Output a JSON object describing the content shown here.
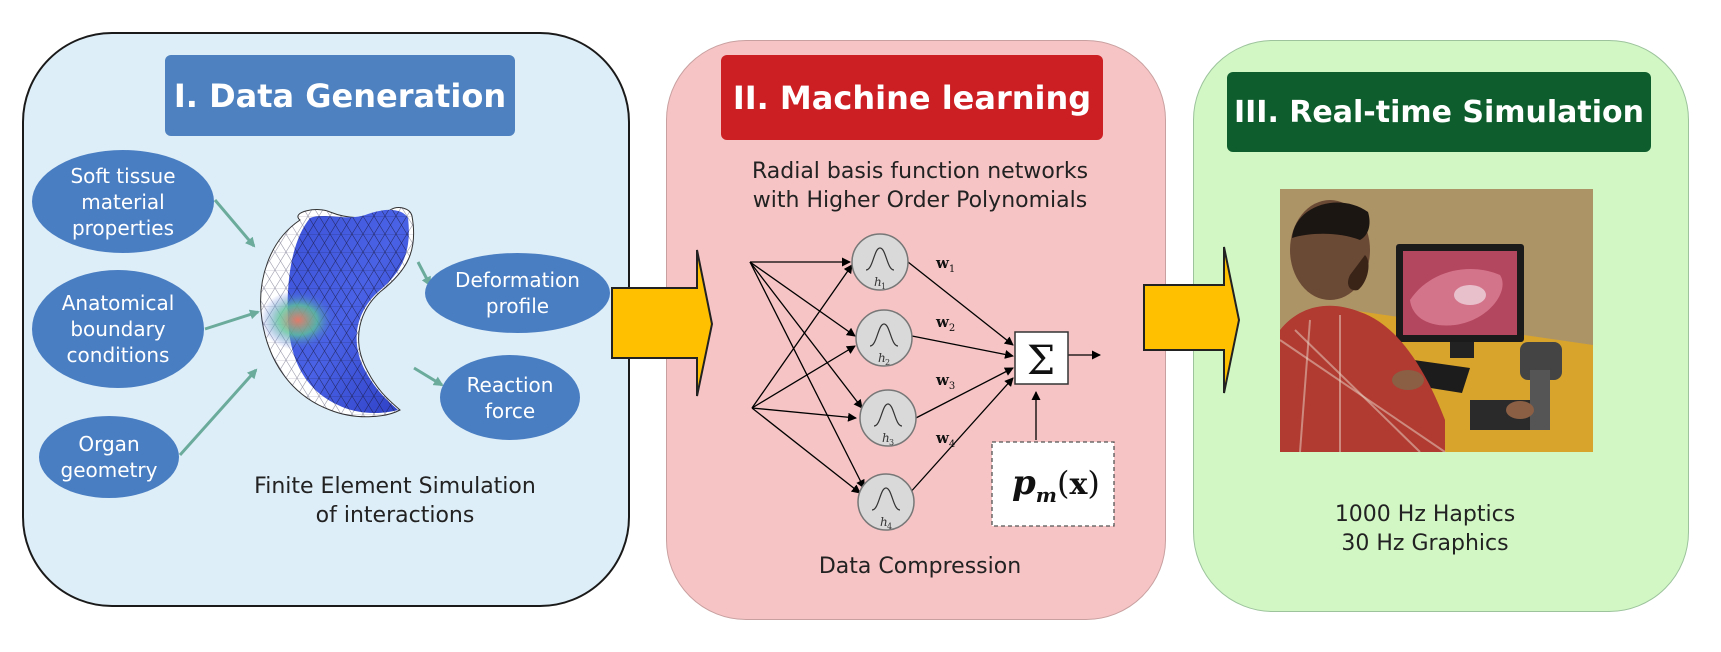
{
  "panel1": {
    "title": "I. Data Generation",
    "inputs": [
      "Soft tissue material properties",
      "Anatomical boundary conditions",
      "Organ geometry"
    ],
    "input_lines": [
      [
        "Soft tissue",
        "material",
        "properties"
      ],
      [
        "Anatomical",
        "boundary",
        "conditions"
      ],
      [
        "Organ",
        "geometry"
      ]
    ],
    "outputs": [
      [
        "Deformation",
        "profile"
      ],
      [
        "Reaction",
        "force"
      ]
    ],
    "caption": [
      "Finite Element Simulation",
      "of interactions"
    ]
  },
  "panel2": {
    "title": "II. Machine learning",
    "caption_top": [
      "Radial basis function networks",
      "with Higher Order Polynomials"
    ],
    "hidden_units": [
      "h1",
      "h2",
      "h3",
      "h4"
    ],
    "weights": [
      "w1",
      "w2",
      "w3",
      "w4"
    ],
    "sum_symbol": "Σ",
    "polynomial": "p_m(x)",
    "caption_bottom": "Data Compression"
  },
  "panel3": {
    "title": "III. Real-time Simulation",
    "caption": [
      "1000 Hz Haptics",
      "30 Hz Graphics"
    ]
  },
  "colors": {
    "panel1_bg": "#deeef8",
    "panel2_bg": "#f6c4c5",
    "panel3_bg": "#d2f7c5",
    "title1": "#4d81bf",
    "title2": "#cc1f24",
    "title3": "#0e5e2d",
    "oval": "#4a7ec2",
    "arrow": "#ffc000",
    "connector": "#6aab9c"
  },
  "icons": [
    "organ-mesh-image",
    "surgical-simulator-photo",
    "block-arrow-right"
  ]
}
